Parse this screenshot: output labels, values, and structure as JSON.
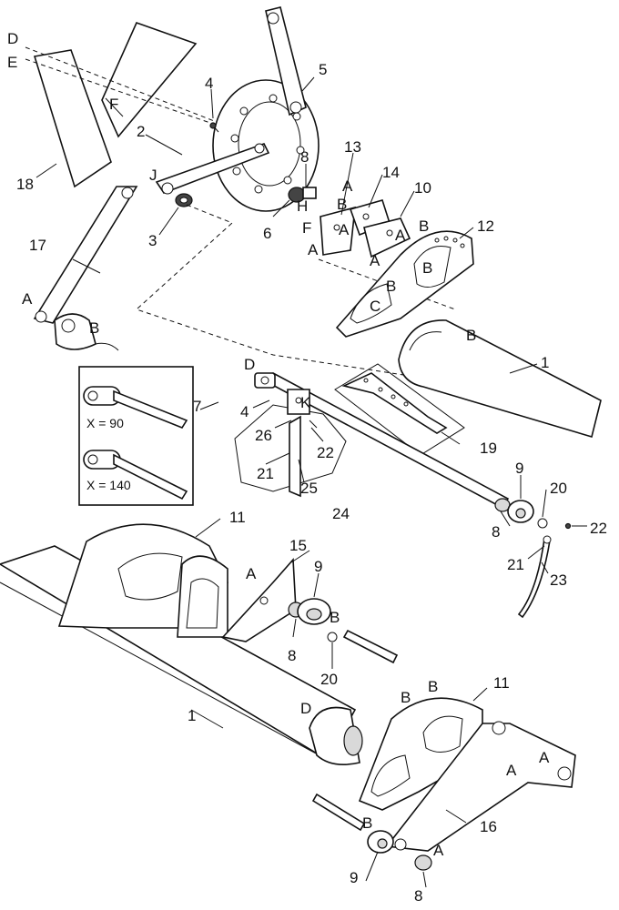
{
  "diagram": {
    "callouts": {
      "c1_top": "1",
      "c1_bottom": "1",
      "c2": "2",
      "c3": "3",
      "c4_top": "4",
      "c4_mid": "4",
      "c5": "5",
      "c6": "6",
      "c7": "7",
      "c8_top": "8",
      "c8_mid_right": "8",
      "c8_mid": "8",
      "c8_bottom": "8",
      "c9_right": "9",
      "c9_mid": "9",
      "c9_bottom": "9",
      "c10": "10",
      "c11_mid": "11",
      "c11_bottom": "11",
      "c12": "12",
      "c13": "13",
      "c14": "14",
      "c15": "15",
      "c16": "16",
      "c17": "17",
      "c18": "18",
      "c19": "19",
      "c20_right": "20",
      "c20_mid": "20",
      "c21_mid": "21",
      "c21_right": "21",
      "c22_mid": "22",
      "c22_right": "22",
      "c23": "23",
      "c24": "24",
      "c25": "25",
      "c26": "26"
    },
    "letters": {
      "D_top": "D",
      "E_top": "E",
      "F_top": "F",
      "J": "J",
      "H": "H",
      "A_17": "A",
      "B_17": "B",
      "A_13a": "A",
      "B_13": "B",
      "F_13": "F",
      "A_13b": "A",
      "A_14a": "A",
      "A_14b": "A",
      "B_10": "B",
      "A_12": "A",
      "B_12a": "B",
      "B_12b": "B",
      "C_12": "C",
      "B_1top": "B",
      "D_mid": "D",
      "K": "K",
      "A_15": "A",
      "B_15": "B",
      "D_bottom": "D",
      "B_11a": "B",
      "B_11b": "B",
      "A_16a": "A",
      "A_16b": "A",
      "B_9bot": "B",
      "A_8bot": "A"
    },
    "inset": {
      "label_90": "X = 90",
      "label_140": "X = 140"
    }
  }
}
